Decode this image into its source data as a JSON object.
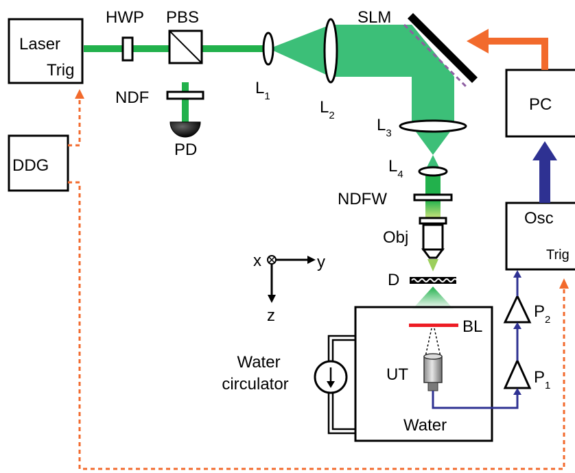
{
  "colors": {
    "laser_beam": "#22b14c",
    "expanded_beam": "#3cbf78",
    "electrical_feedback": "#f26a2c",
    "trigger_line": "#f26a2c",
    "signal_line": "#2e3192",
    "backing_layer": "#ed1c24",
    "slm_pixel_marks": "#8e5ea2",
    "outline": "#000000"
  },
  "labels": {
    "laser": "Laser",
    "laser_trig": "Trig",
    "hwp": "HWP",
    "pbs": "PBS",
    "ndf": "NDF",
    "pd": "PD",
    "ddg": "DDG",
    "l1": "L",
    "l1_sub": "1",
    "l2": "L",
    "l2_sub": "2",
    "l3": "L",
    "l3_sub": "3",
    "l4": "L",
    "l4_sub": "4",
    "slm": "SLM",
    "pc": "PC",
    "ndfw": "NDFW",
    "obj": "Obj",
    "d": "D",
    "osc": "Osc",
    "osc_trig": "Trig",
    "axis_x": "x",
    "axis_y": "y",
    "axis_z": "z",
    "bl": "BL",
    "ut": "UT",
    "water": "Water",
    "circulator_line1": "Water",
    "circulator_line2": "circulator",
    "p1": "P",
    "p1_sub": "1",
    "p2": "P",
    "p2_sub": "2"
  }
}
